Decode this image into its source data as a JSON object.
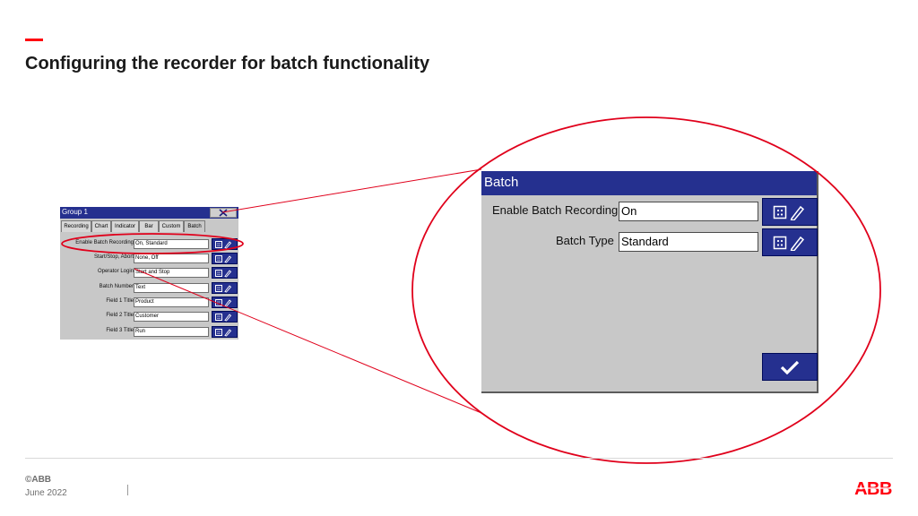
{
  "slide": {
    "title": "Configuring the recorder for batch functionality",
    "accent_color": "#ff000f",
    "footer": {
      "copyright": "©ABB",
      "date": "June 2022"
    },
    "logo_text": "ABB"
  },
  "small_dialog": {
    "title": "Group 1",
    "close_icon": "close-icon",
    "tabs": [
      "Recording",
      "Chart",
      "Indicator",
      "Bar",
      "Custom",
      "Batch"
    ],
    "active_tab": "Batch",
    "rows": [
      {
        "label": "Enable Batch Recording",
        "value": "On, Standard"
      },
      {
        "label": "Start/Stop, Abort",
        "value": "None, Off"
      },
      {
        "label": "Operator Login",
        "value": "Start and Stop"
      },
      {
        "label": "Batch Number",
        "value": "Text"
      },
      {
        "label": "Field 1 Title",
        "value": "Product"
      },
      {
        "label": "Field 2 Title",
        "value": "Customer"
      },
      {
        "label": "Field 3 Title",
        "value": "Run"
      }
    ],
    "row_button_icon": "keypad-edit-icon"
  },
  "big_dialog": {
    "title": "Batch",
    "rows": [
      {
        "label": "Enable Batch Recording",
        "value": "On"
      },
      {
        "label": "Batch Type",
        "value": "Standard"
      }
    ],
    "row_button_icon": "keypad-edit-icon",
    "ok_icon": "checkmark-icon",
    "title_bar_color": "#25308f",
    "callout_color": "#e0001b"
  }
}
